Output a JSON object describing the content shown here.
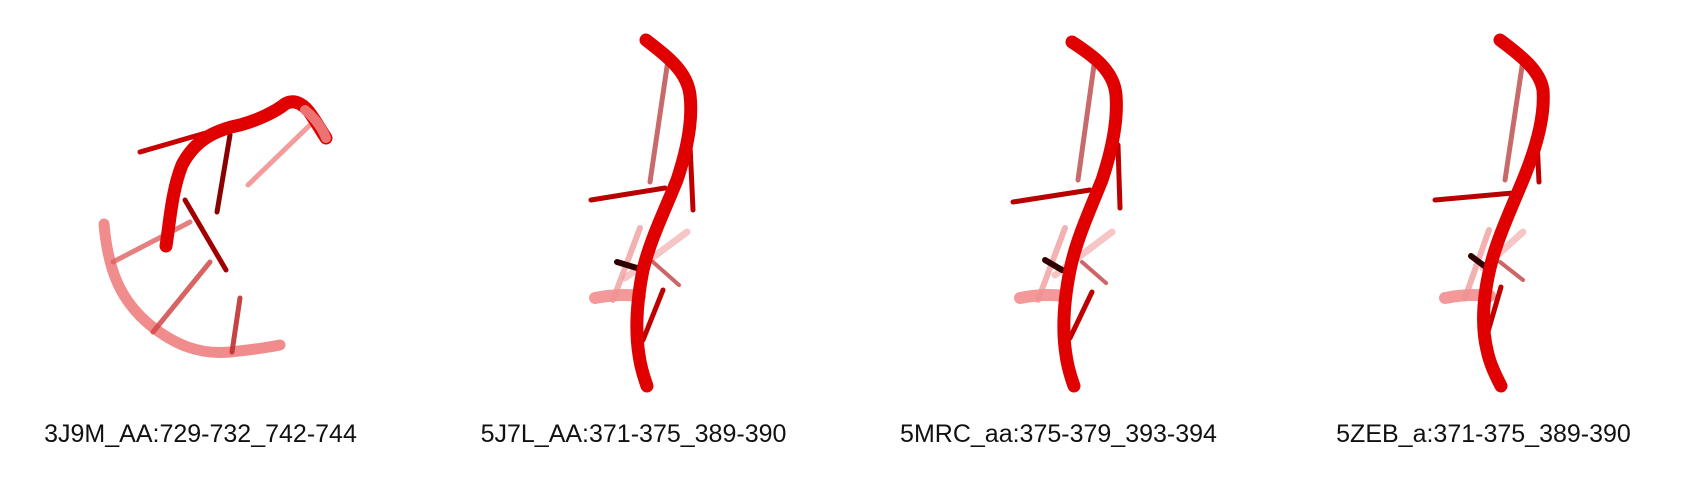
{
  "panels": [
    {
      "label": "3J9M_AA:729-732_742-744",
      "color": "#e00000",
      "rendering": "rna-tube-cartoon"
    },
    {
      "label": "5J7L_AA:371-375_389-390",
      "color": "#e00000",
      "rendering": "rna-tube-cartoon"
    },
    {
      "label": "5MRC_aa:375-379_393-394",
      "color": "#e00000",
      "rendering": "rna-tube-cartoon"
    },
    {
      "label": "5ZEB_a:371-375_389-390",
      "color": "#e00000",
      "rendering": "rna-tube-cartoon"
    }
  ]
}
